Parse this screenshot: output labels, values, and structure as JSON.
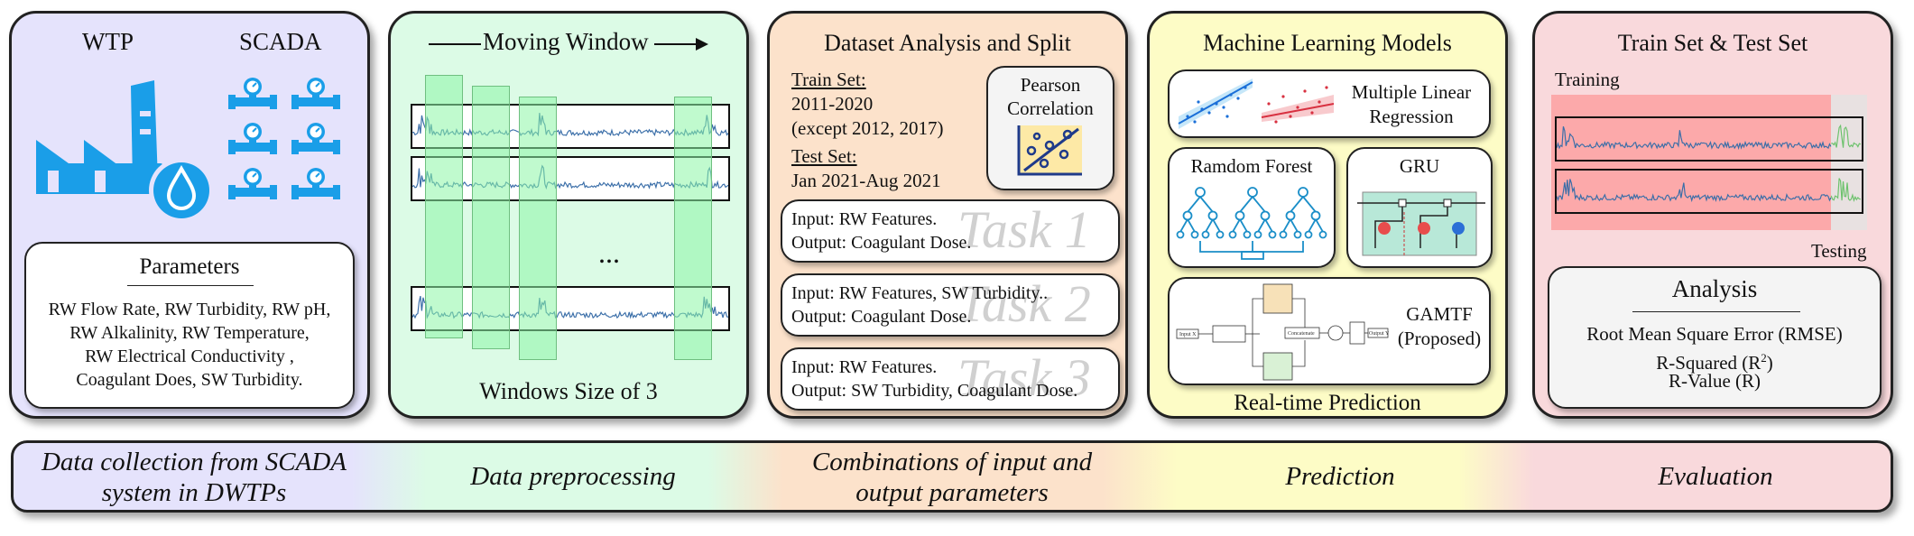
{
  "colors": {
    "p1": "#e5e3fc",
    "p2": "#dcfbe6",
    "p3": "#fce2cb",
    "p4": "#fdfcc6",
    "p5": "#f9d9dc",
    "accent_blue": "#1a9ee8",
    "window_green": "#9cf7b0",
    "series": "#3a6ea8",
    "series_test": "#6cc26c"
  },
  "panel1": {
    "wtp": "WTP",
    "scada": "SCADA",
    "icons": [
      "water-treatment-plant-icon",
      "pressure-gauge-icon"
    ],
    "parameters_title": "Parameters",
    "parameters_lines": [
      "RW Flow Rate, RW Turbidity, RW pH,",
      "RW Alkalinity, RW Temperature,",
      "RW Electrical Conductivity ,",
      "Coagulant Does, SW Turbidity."
    ]
  },
  "panel2": {
    "title": "Moving Window",
    "ellipsis": "...",
    "caption": "Windows Size of 3"
  },
  "panel3": {
    "title": "Dataset Analysis and Split",
    "train_label": "Train Set:",
    "train_lines": [
      "2011-2020",
      "(except 2012, 2017)"
    ],
    "test_label": "Test Set:",
    "test_line": "Jan 2021-Aug 2021",
    "pearson": [
      "Pearson",
      "Correlation"
    ],
    "tasks": [
      {
        "ghost": "Task 1",
        "input": "Input: RW Features.",
        "output": "Output: Coagulant Dose."
      },
      {
        "ghost": "Task 2",
        "input": "Input: RW Features, SW Turbidity..",
        "output": "Output: Coagulant Dose."
      },
      {
        "ghost": "Task 3",
        "input": "Input: RW Features.",
        "output": "Output: SW Turbidity, Coagulant Dose."
      }
    ]
  },
  "panel4": {
    "title": "Machine Learning Models",
    "mlr": [
      "Multiple Linear",
      "Regression"
    ],
    "rf": "Ramdom Forest",
    "gru": "GRU",
    "gamtf": [
      "GAMTF",
      "(Proposed)"
    ],
    "caption": "Real-time Prediction",
    "gamtf_diagram": {
      "input": "Input X",
      "output": "Output Y",
      "concat": "Concatenate"
    }
  },
  "panel5": {
    "title": "Train Set & Test Set",
    "training": "Training",
    "testing": "Testing",
    "analysis_title": "Analysis",
    "metric1": "Root Mean Square Error (RMSE)",
    "metric2_pre": "R-Squared (R",
    "metric2_sup": "2",
    "metric2_post": ")",
    "metric3": "R-Value (R)"
  },
  "stages": [
    [
      "Data collection from SCADA",
      "system in DWTPs"
    ],
    [
      "Data preprocessing"
    ],
    [
      "Combinations of input and",
      "output parameters"
    ],
    [
      "Prediction"
    ],
    [
      "Evaluation"
    ]
  ]
}
